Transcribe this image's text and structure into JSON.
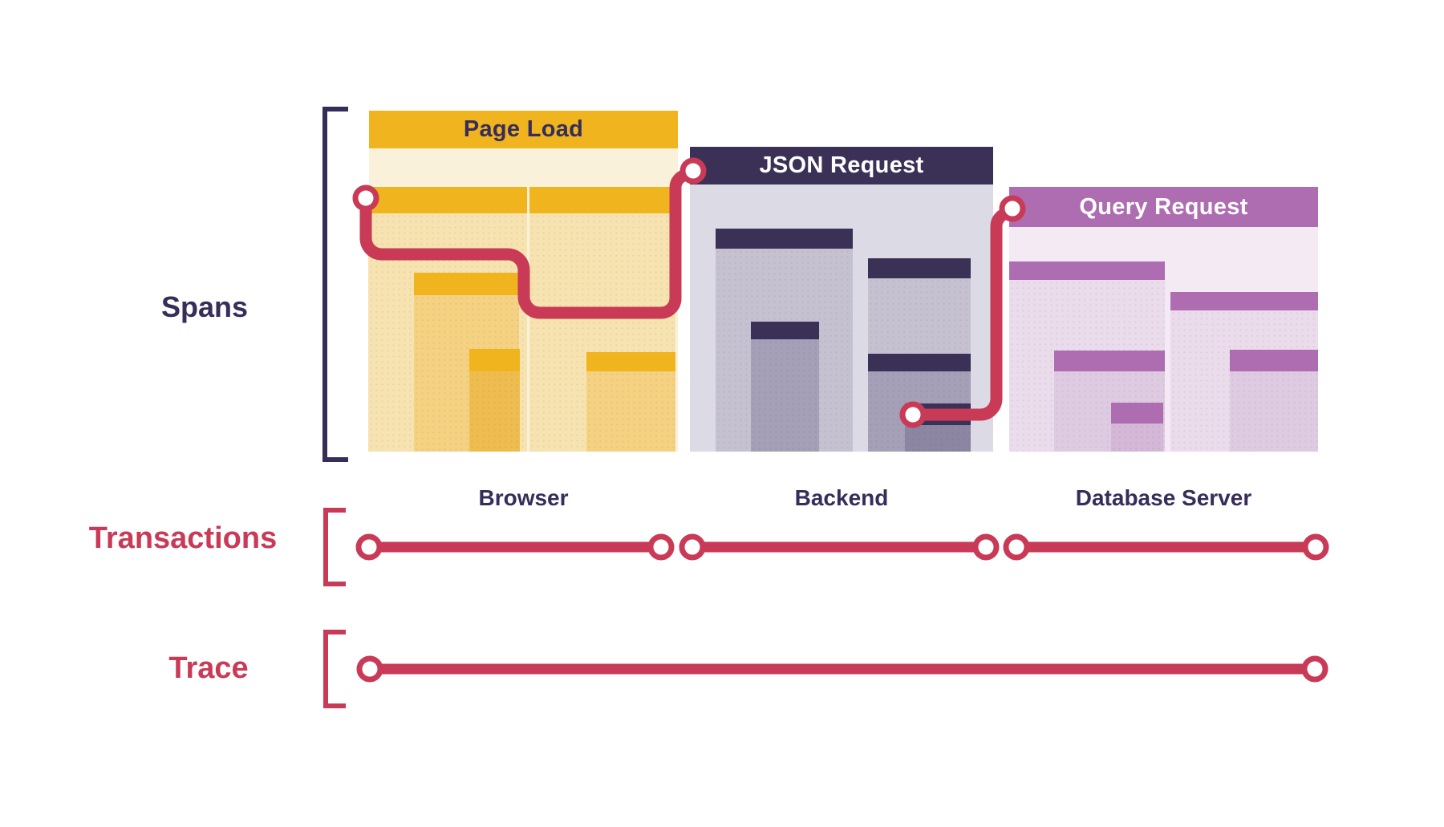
{
  "palette": {
    "red": "#C93A57",
    "navy_text": "#362D59",
    "amber": "#F0B41F",
    "amber_light": "#F7E3B0",
    "amber_mid": "#F4D282",
    "amber_deep": "#EFBD4F",
    "cream": "#FAF1DA",
    "navy_block": "#3B3157",
    "gray_body": "#DCDAE4",
    "gray_l1": "#C5C1D1",
    "gray_l2": "#A59FB7",
    "gray_l3": "#8D86A3",
    "purple": "#AE6CB1",
    "purple_body": "#F3EAF4",
    "purple_l1": "#EADCEB",
    "purple_l2": "#DFCBE1",
    "purple_l3": "#D5B8D8"
  },
  "rows": {
    "spans_label": "Spans",
    "transactions_label": "Transactions",
    "trace_label": "Trace"
  },
  "groups": [
    {
      "id": "browser",
      "transaction_title": "Page Load",
      "service_label": "Browser"
    },
    {
      "id": "backend",
      "transaction_title": "JSON Request",
      "service_label": "Backend"
    },
    {
      "id": "database",
      "transaction_title": "Query Request",
      "service_label": "Database Server"
    }
  ]
}
